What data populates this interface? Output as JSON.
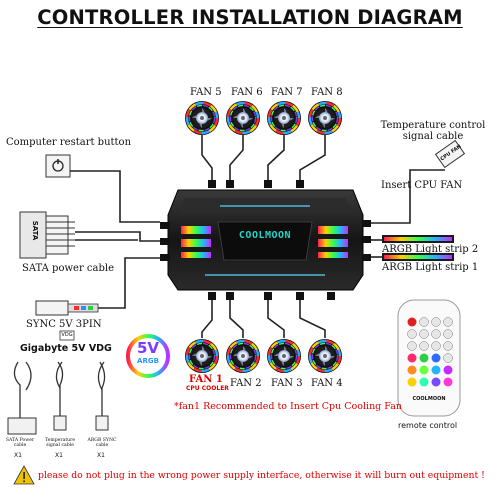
{
  "title": "CONTROLLER INSTALLATION DIAGRAM",
  "brand": "COOLMOON",
  "fans_top": [
    "FAN 5",
    "FAN 6",
    "FAN 7",
    "FAN 8"
  ],
  "fans_bottom": [
    "FAN 1",
    "FAN 2",
    "FAN 3",
    "FAN 4"
  ],
  "fan1_sub": "CPU COOLER",
  "labels": {
    "restart": "Computer restart button",
    "temp": "Temperature control signal cable",
    "cpu_fan_sensor": "CPU FAN",
    "insert_cpu": "Insert CPU FAN",
    "sata_connector": "SATA",
    "sata_cable": "SATA power cable",
    "sync": "SYNC 5V 3PIN",
    "vdg_tag": "VDG",
    "gigabyte": "Gigabyte 5V VDG",
    "strip2": "ARGB Light strip 2",
    "strip1": "ARGB Light strip 1",
    "remote": "remote control",
    "remote_brand": "COOLMOON",
    "badge_5v": "5V",
    "badge_argb": "ARGB",
    "note": "*fan1 Recommended to Insert  Cpu Cooling Fan",
    "warning": "please do not plug in the wrong power supply interface, otherwise it will burn out equipment !"
  },
  "accessories": [
    {
      "name": "SATA Power cable",
      "qty": "X1"
    },
    {
      "name": "Temperature signal cable",
      "qty": "X1"
    },
    {
      "name": "ARGB SYNC cable",
      "qty": "X1"
    }
  ],
  "colors": {
    "warning_text": "#e00000",
    "warning_icon": "#f2c200",
    "hub_body": "#1c1c1c",
    "brand_text": "#1ed6c9"
  }
}
